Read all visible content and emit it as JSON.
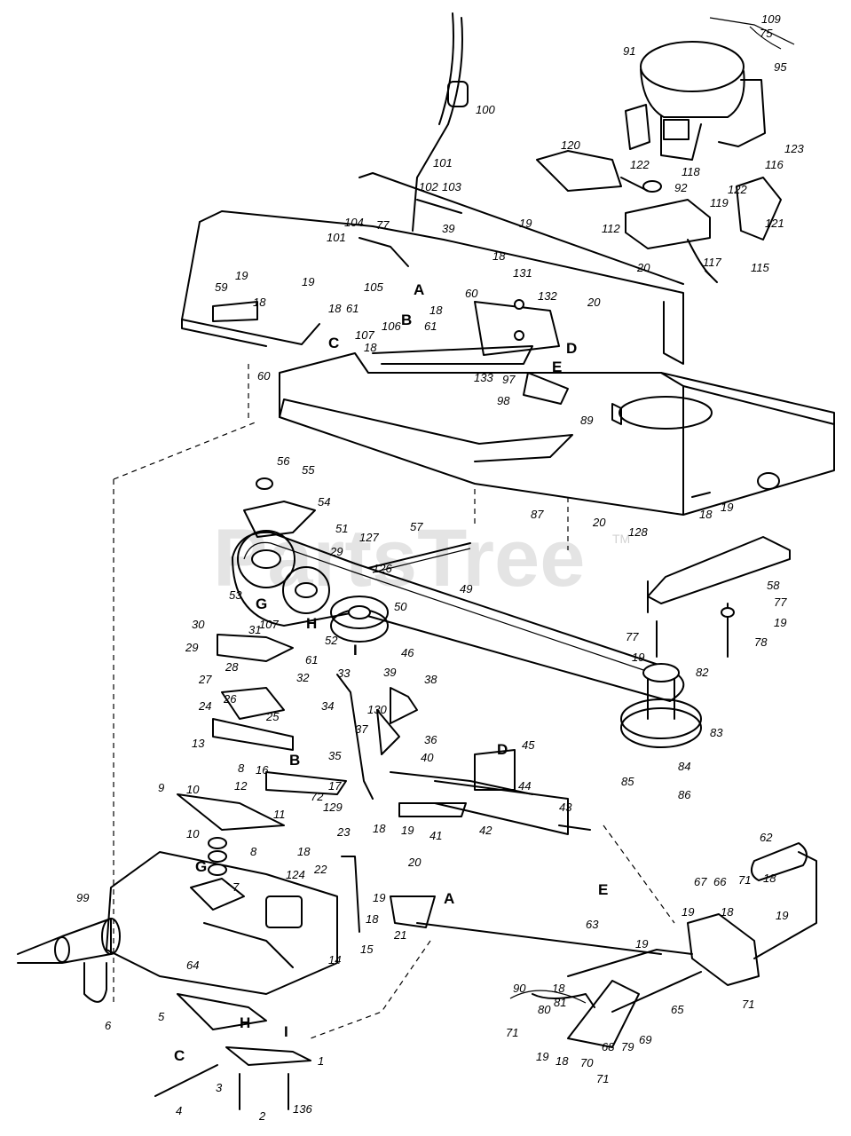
{
  "watermark": {
    "text": "PartsTree",
    "tm": "TM"
  },
  "callouts": [
    {
      "id": "c109",
      "text": "109"
    },
    {
      "id": "c75",
      "text": "75"
    },
    {
      "id": "c95",
      "text": "95"
    },
    {
      "id": "c91",
      "text": "91"
    },
    {
      "id": "c100",
      "text": "100"
    },
    {
      "id": "c101a",
      "text": "101"
    },
    {
      "id": "c102",
      "text": "102"
    },
    {
      "id": "c103",
      "text": "103"
    },
    {
      "id": "c120",
      "text": "120"
    },
    {
      "id": "c122a",
      "text": "122"
    },
    {
      "id": "c118",
      "text": "118"
    },
    {
      "id": "c116",
      "text": "116"
    },
    {
      "id": "c123",
      "text": "123"
    },
    {
      "id": "c92",
      "text": "92"
    },
    {
      "id": "c122b",
      "text": "122"
    },
    {
      "id": "c119",
      "text": "119"
    },
    {
      "id": "c112",
      "text": "112"
    },
    {
      "id": "c121",
      "text": "121"
    },
    {
      "id": "c20a",
      "text": "20"
    },
    {
      "id": "c117",
      "text": "117"
    },
    {
      "id": "c115",
      "text": "115"
    },
    {
      "id": "c104",
      "text": "104"
    },
    {
      "id": "c77a",
      "text": "77"
    },
    {
      "id": "c39a",
      "text": "39"
    },
    {
      "id": "c19a",
      "text": "19"
    },
    {
      "id": "c18a",
      "text": "18"
    },
    {
      "id": "c101b",
      "text": "101"
    },
    {
      "id": "c59",
      "text": "59"
    },
    {
      "id": "c19b",
      "text": "19"
    },
    {
      "id": "c18b",
      "text": "18"
    },
    {
      "id": "c19c",
      "text": "19"
    },
    {
      "id": "c18c",
      "text": "18"
    },
    {
      "id": "c61a",
      "text": "61"
    },
    {
      "id": "c105",
      "text": "105"
    },
    {
      "id": "c60a",
      "text": "60"
    },
    {
      "id": "c18d",
      "text": "18"
    },
    {
      "id": "c106",
      "text": "106"
    },
    {
      "id": "c61b",
      "text": "61"
    },
    {
      "id": "c107a",
      "text": "107"
    },
    {
      "id": "c18e",
      "text": "18"
    },
    {
      "id": "c131",
      "text": "131"
    },
    {
      "id": "c132",
      "text": "132"
    },
    {
      "id": "c20b",
      "text": "20"
    },
    {
      "id": "c133",
      "text": "133"
    },
    {
      "id": "c60b",
      "text": "60"
    },
    {
      "id": "c97",
      "text": "97"
    },
    {
      "id": "c98",
      "text": "98"
    },
    {
      "id": "c89",
      "text": "89"
    },
    {
      "id": "c56",
      "text": "56"
    },
    {
      "id": "c55",
      "text": "55"
    },
    {
      "id": "c54",
      "text": "54"
    },
    {
      "id": "c87",
      "text": "87"
    },
    {
      "id": "c20c",
      "text": "20"
    },
    {
      "id": "c128",
      "text": "128"
    },
    {
      "id": "c18f",
      "text": "18"
    },
    {
      "id": "c19d",
      "text": "19"
    },
    {
      "id": "c51",
      "text": "51"
    },
    {
      "id": "c127",
      "text": "127"
    },
    {
      "id": "c57",
      "text": "57"
    },
    {
      "id": "c29a",
      "text": "29"
    },
    {
      "id": "c126",
      "text": "126"
    },
    {
      "id": "c53",
      "text": "53"
    },
    {
      "id": "c49",
      "text": "49"
    },
    {
      "id": "c58",
      "text": "58"
    },
    {
      "id": "c50",
      "text": "50"
    },
    {
      "id": "c52",
      "text": "52"
    },
    {
      "id": "c77b",
      "text": "77"
    },
    {
      "id": "c19e",
      "text": "19"
    },
    {
      "id": "c77c",
      "text": "77"
    },
    {
      "id": "c78",
      "text": "78"
    },
    {
      "id": "c19f",
      "text": "19"
    },
    {
      "id": "c30",
      "text": "30"
    },
    {
      "id": "c107b",
      "text": "107"
    },
    {
      "id": "c29b",
      "text": "29"
    },
    {
      "id": "c31",
      "text": "31"
    },
    {
      "id": "c61c",
      "text": "61"
    },
    {
      "id": "c32",
      "text": "32"
    },
    {
      "id": "c82",
      "text": "82"
    },
    {
      "id": "c28",
      "text": "28"
    },
    {
      "id": "c27",
      "text": "27"
    },
    {
      "id": "c26",
      "text": "26"
    },
    {
      "id": "c33",
      "text": "33"
    },
    {
      "id": "c46",
      "text": "46"
    },
    {
      "id": "c39b",
      "text": "39"
    },
    {
      "id": "c38",
      "text": "38"
    },
    {
      "id": "c24",
      "text": "24"
    },
    {
      "id": "c25",
      "text": "25"
    },
    {
      "id": "c34",
      "text": "34"
    },
    {
      "id": "c130",
      "text": "130"
    },
    {
      "id": "c83",
      "text": "83"
    },
    {
      "id": "c37",
      "text": "37"
    },
    {
      "id": "c36",
      "text": "36"
    },
    {
      "id": "c13",
      "text": "13"
    },
    {
      "id": "c35",
      "text": "35"
    },
    {
      "id": "c45",
      "text": "45"
    },
    {
      "id": "c8a",
      "text": "8"
    },
    {
      "id": "c16",
      "text": "16"
    },
    {
      "id": "c40",
      "text": "40"
    },
    {
      "id": "c84",
      "text": "84"
    },
    {
      "id": "c17",
      "text": "17"
    },
    {
      "id": "c44",
      "text": "44"
    },
    {
      "id": "c85",
      "text": "85"
    },
    {
      "id": "c86",
      "text": "86"
    },
    {
      "id": "c10a",
      "text": "10"
    },
    {
      "id": "c12",
      "text": "12"
    },
    {
      "id": "c72",
      "text": "72"
    },
    {
      "id": "c9",
      "text": "9"
    },
    {
      "id": "c129",
      "text": "129"
    },
    {
      "id": "c43",
      "text": "43"
    },
    {
      "id": "c11",
      "text": "11"
    },
    {
      "id": "c18g",
      "text": "18"
    },
    {
      "id": "c18h",
      "text": "18"
    },
    {
      "id": "c19g",
      "text": "19"
    },
    {
      "id": "c41",
      "text": "41"
    },
    {
      "id": "c42",
      "text": "42"
    },
    {
      "id": "c10b",
      "text": "10"
    },
    {
      "id": "c23",
      "text": "23"
    },
    {
      "id": "c62",
      "text": "62"
    },
    {
      "id": "c8b",
      "text": "8"
    },
    {
      "id": "c22",
      "text": "22"
    },
    {
      "id": "c20d",
      "text": "20"
    },
    {
      "id": "c124",
      "text": "124"
    },
    {
      "id": "c7",
      "text": "7"
    },
    {
      "id": "c99",
      "text": "99"
    },
    {
      "id": "c19h",
      "text": "19"
    },
    {
      "id": "c67",
      "text": "67"
    },
    {
      "id": "c66",
      "text": "66"
    },
    {
      "id": "c71a",
      "text": "71"
    },
    {
      "id": "c18i",
      "text": "18"
    },
    {
      "id": "c19i",
      "text": "19"
    },
    {
      "id": "c18j",
      "text": "18"
    },
    {
      "id": "c19j",
      "text": "19"
    },
    {
      "id": "c18k",
      "text": "18"
    },
    {
      "id": "c21",
      "text": "21"
    },
    {
      "id": "c63",
      "text": "63"
    },
    {
      "id": "c15",
      "text": "15"
    },
    {
      "id": "c19k",
      "text": "19"
    },
    {
      "id": "c64",
      "text": "64"
    },
    {
      "id": "c14",
      "text": "14"
    },
    {
      "id": "c90",
      "text": "90"
    },
    {
      "id": "c18l",
      "text": "18"
    },
    {
      "id": "c71b",
      "text": "71"
    },
    {
      "id": "c6",
      "text": "6"
    },
    {
      "id": "c80",
      "text": "80"
    },
    {
      "id": "c81",
      "text": "81"
    },
    {
      "id": "c65",
      "text": "65"
    },
    {
      "id": "c69",
      "text": "69"
    },
    {
      "id": "c79",
      "text": "79"
    },
    {
      "id": "c5",
      "text": "5"
    },
    {
      "id": "c71c",
      "text": "71"
    },
    {
      "id": "c68",
      "text": "68"
    },
    {
      "id": "c19l",
      "text": "19"
    },
    {
      "id": "c18m",
      "text": "18"
    },
    {
      "id": "c70",
      "text": "70"
    },
    {
      "id": "c71d",
      "text": "71"
    },
    {
      "id": "c1",
      "text": "1"
    },
    {
      "id": "c3",
      "text": "3"
    },
    {
      "id": "c4",
      "text": "4"
    },
    {
      "id": "c2",
      "text": "2"
    },
    {
      "id": "c136",
      "text": "136"
    }
  ],
  "keys": [
    {
      "id": "kA1",
      "text": "A"
    },
    {
      "id": "kB1",
      "text": "B"
    },
    {
      "id": "kC1",
      "text": "C"
    },
    {
      "id": "kD1",
      "text": "D"
    },
    {
      "id": "kE1",
      "text": "E"
    },
    {
      "id": "kG1",
      "text": "G"
    },
    {
      "id": "kH1",
      "text": "H"
    },
    {
      "id": "kI1",
      "text": "I"
    },
    {
      "id": "kB2",
      "text": "B"
    },
    {
      "id": "kD2",
      "text": "D"
    },
    {
      "id": "kG2",
      "text": "G"
    },
    {
      "id": "kA2",
      "text": "A"
    },
    {
      "id": "kE2",
      "text": "E"
    },
    {
      "id": "kH2",
      "text": "H"
    },
    {
      "id": "kI2",
      "text": "I"
    },
    {
      "id": "kC2",
      "text": "C"
    }
  ]
}
